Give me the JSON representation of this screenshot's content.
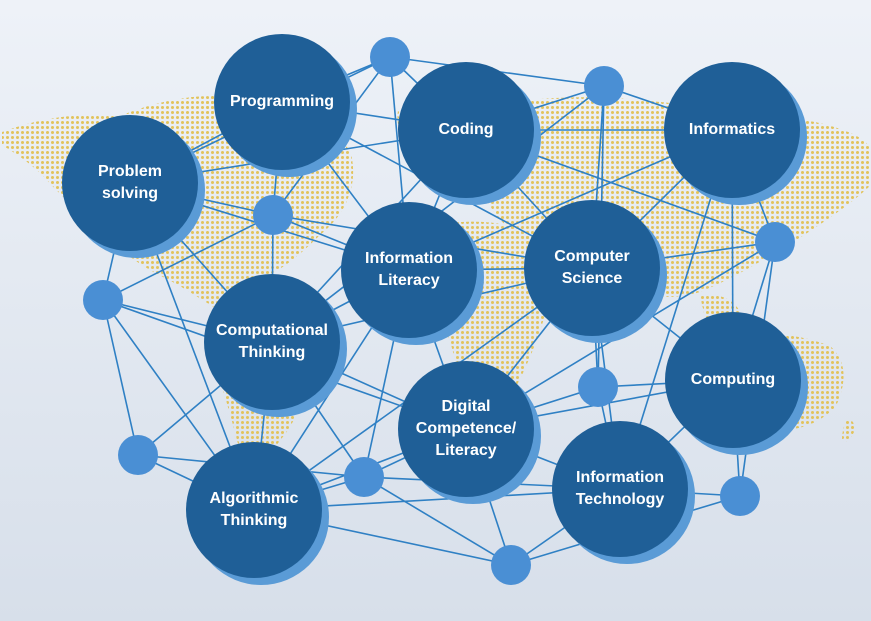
{
  "diagram": {
    "colors": {
      "background_top": "#eef2f8",
      "background_bottom": "#d7dfea",
      "map_dots": "#e2c35c",
      "edge": "#2f80c4",
      "node_fill": "#1f5f97",
      "node_shadow": "#5a9bd6",
      "small_node": "#4a8fd4",
      "label": "#ffffff"
    },
    "nodes": [
      {
        "id": "programming",
        "lines": [
          "Programming"
        ]
      },
      {
        "id": "coding",
        "lines": [
          "Coding"
        ]
      },
      {
        "id": "informatics",
        "lines": [
          "Informatics"
        ]
      },
      {
        "id": "problem-solving",
        "lines": [
          "Problem",
          "solving"
        ]
      },
      {
        "id": "information-literacy",
        "lines": [
          "Information",
          "Literacy"
        ]
      },
      {
        "id": "computer-science",
        "lines": [
          "Computer",
          "Science"
        ]
      },
      {
        "id": "computational-thinking",
        "lines": [
          "Computational",
          "Thinking"
        ]
      },
      {
        "id": "computing",
        "lines": [
          "Computing"
        ]
      },
      {
        "id": "digital-competence",
        "lines": [
          "Digital",
          "Competence/",
          "Literacy"
        ]
      },
      {
        "id": "algorithmic-thinking",
        "lines": [
          "Algorithmic",
          "Thinking"
        ]
      },
      {
        "id": "information-technology",
        "lines": [
          "Information",
          "Technology"
        ]
      }
    ]
  }
}
